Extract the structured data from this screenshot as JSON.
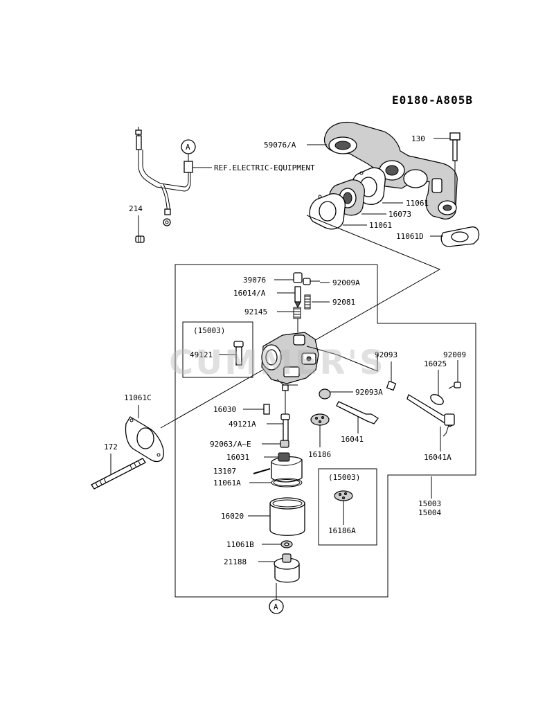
{
  "diagram_code": "E0180-A805B",
  "watermark": "CUMMER'S",
  "reference": "REF.ELECTRIC-EQUIPMENT",
  "connector_marker": "A",
  "subgroup_label": "(15003)",
  "labels": {
    "p59076a": "59076/A",
    "p130": "130",
    "p214": "214",
    "p11061a_top": "11061",
    "p16073": "16073",
    "p11061b_top": "11061",
    "p11061d": "11061D",
    "p39076": "39076",
    "p92009a": "92009A",
    "p16014a": "16014/A",
    "p92081": "92081",
    "p92145": "92145",
    "p49121": "49121",
    "p92093": "92093",
    "p92009": "92009",
    "p16025": "16025",
    "p11061c": "11061C",
    "p92093a": "92093A",
    "p16030": "16030",
    "p49121a": "49121A",
    "p172": "172",
    "p92063": "92063/A~E",
    "p16041": "16041",
    "p16031": "16031",
    "p16186": "16186",
    "p16041a": "16041A",
    "p13107": "13107",
    "p11061a": "11061A",
    "p15003": "15003",
    "p15004": "15004",
    "p16020": "16020",
    "p16186a": "16186A",
    "p11061b": "11061B",
    "p21188": "21188"
  }
}
